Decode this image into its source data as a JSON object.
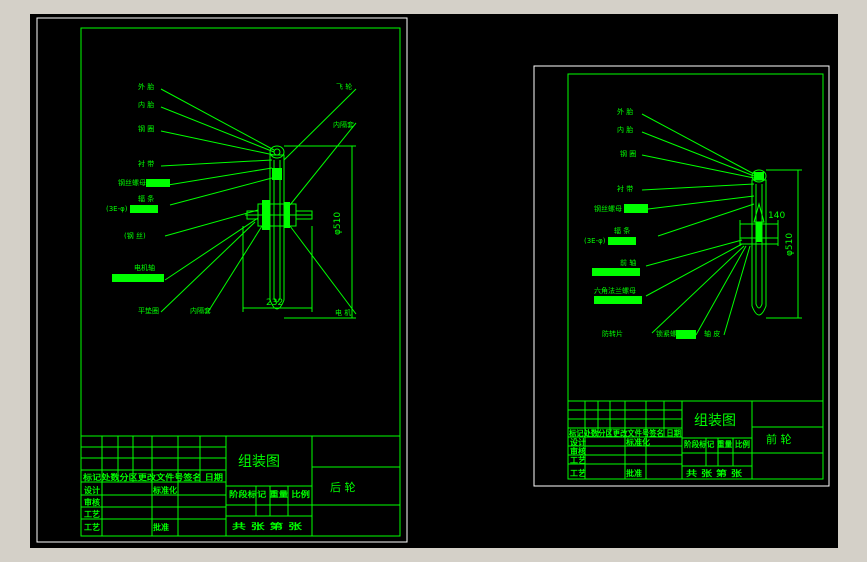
{
  "colors": {
    "background": "#000000",
    "line": "#00ff00",
    "frame": "#ffffff",
    "desktop": "#d4d0c8"
  },
  "left_sheet": {
    "title": "组装图",
    "part_name": "后 轮",
    "labels": {
      "l1": "外 胎",
      "l2": "内 胎",
      "l3": "钢 圈",
      "l4": "衬 带",
      "l5": "钢丝螺母",
      "l6": "辐 条",
      "l6b": "(3E-φ)",
      "l7": "(钢 丝)",
      "l8": "电机轴",
      "l9": "平垫圈",
      "r1": "飞 轮",
      "r2": "内隔套",
      "r3": "电 机",
      "r4": "内隔套"
    },
    "dims": {
      "diameter": "φ510",
      "width": "232"
    },
    "table": {
      "row1": "标记处数分区更改文件号签名 日期",
      "design": "设计",
      "standard": "标准化",
      "check": "审核",
      "process": "工艺",
      "approve": "批准",
      "stage": "阶段标记 重量 比例",
      "sheets": "共 张 第 张"
    }
  },
  "right_sheet": {
    "title": "组装图",
    "part_name": "前 轮",
    "labels": {
      "l1": "外 胎",
      "l2": "内 胎",
      "l3": "钢 圈",
      "l4": "衬 带",
      "l5": "钢丝螺母",
      "l6": "辐 条",
      "l6b": "(3E-φ)",
      "l7": "前 轴",
      "l8": "六角法兰螺母",
      "l9": "防转片",
      "l10": "锁紧螺母",
      "l11": "轴 皮"
    },
    "dims": {
      "diameter": "φ510",
      "width": "140"
    },
    "table": {
      "row1": "标记处数分区更改文件号签名 日期",
      "design": "设计",
      "standard": "标准化",
      "check": "审核",
      "process": "工艺",
      "approve": "批准",
      "stage": "阶段标记 重量 比例",
      "sheets": "共 张 第 张"
    }
  }
}
